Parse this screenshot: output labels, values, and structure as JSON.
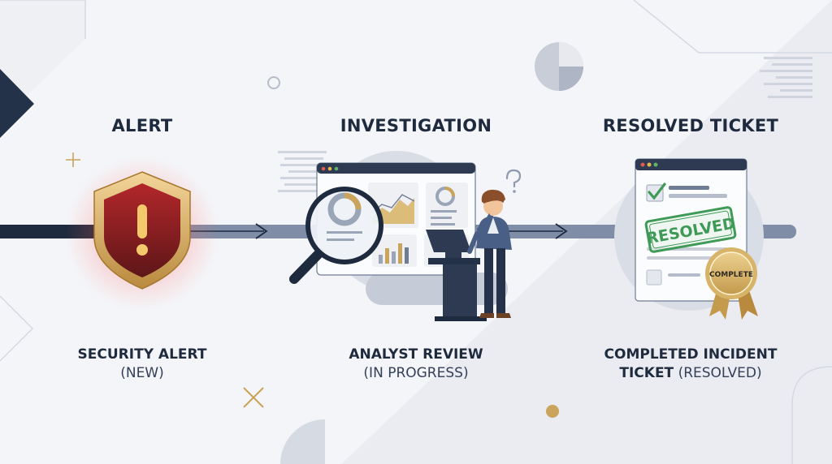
{
  "colors": {
    "background": "#f4f5f8",
    "navy": "#1e2a3d",
    "timeline": "#7f8da6",
    "alert_red": "#c0282a",
    "gold": "#c9a45a",
    "resolved_green": "#3f9a57"
  },
  "stages": [
    {
      "id": "alert",
      "title": "ALERT",
      "desc_line1": "SECURITY ALERT",
      "desc_line2_status": "(NEW)",
      "icon": "shield-alert-icon"
    },
    {
      "id": "investigation",
      "title": "INVESTIGATION",
      "desc_line1": "ANALYST REVIEW",
      "desc_line2_status": "(IN PROGRESS)",
      "icon": "magnifier-dashboard-analyst-icon"
    },
    {
      "id": "resolved",
      "title": "RESOLVED TICKET",
      "desc_line1": "COMPLETED INCIDENT",
      "desc_line2_main": "TICKET",
      "desc_line2_status": "(RESOLVED)",
      "icon": "resolved-ticket-icon"
    }
  ],
  "ticket": {
    "stamp_text": "RESOLVED",
    "seal_text": "COMPLETE"
  }
}
